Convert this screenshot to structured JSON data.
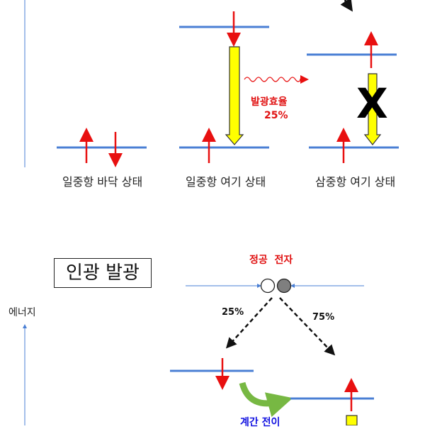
{
  "top": {
    "states": [
      "일중항 바닥 상태",
      "일중항 여기 상태",
      "삼중항 여기 상태"
    ],
    "emission_label": "발광효율",
    "emission_percent": "25%",
    "blocked_mark": "X"
  },
  "bottom": {
    "title": "인광 발광",
    "energy_label": "에너지",
    "hole_electron_label": "정공  전자",
    "left_percent": "25%",
    "right_percent": "75%",
    "transition_label": "계간 전이"
  },
  "colors": {
    "level_line": "#4a7fd4",
    "spin_arrow": "#e81010",
    "emission_arrow_fill": "#ffff00",
    "transfer_arrow": "#77b843"
  }
}
